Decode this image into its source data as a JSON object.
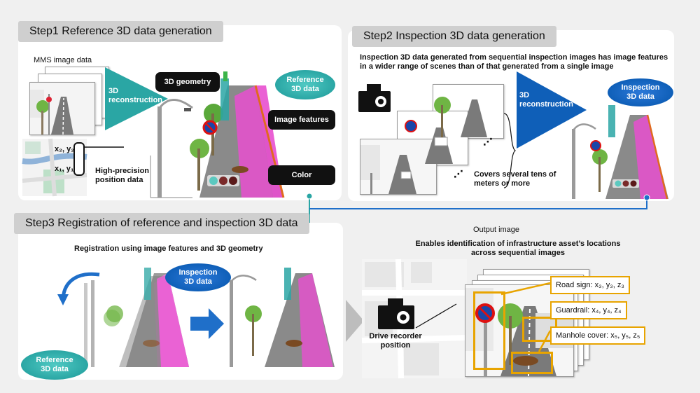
{
  "step1": {
    "title": "Step1 Reference 3D data generation",
    "mms_label": "MMS image data",
    "triangle_label": [
      "3D",
      "reconstruction"
    ],
    "coords": [
      "x₂, y₂",
      "x₁, y₁"
    ],
    "position_label": [
      "High-precision",
      "position data"
    ],
    "geometry_label": "3D geometry",
    "features_label": "Image features",
    "color_label": "Color",
    "ellipse_label": [
      "Reference",
      "3D data"
    ]
  },
  "step2": {
    "title": "Step2 Inspection 3D data generation",
    "description": [
      "Inspection 3D data generated from sequential inspection images has image features",
      "in a wider range of scenes than of  that generated from a single image"
    ],
    "triangle_label": [
      "3D",
      "reconstruction"
    ],
    "ellipse_label": [
      "Inspection",
      "3D data"
    ],
    "covers_label": [
      "Covers several tens of",
      "meters or more"
    ]
  },
  "step3": {
    "title": "Step3 Registration of reference and inspection 3D data",
    "subtitle": "Registration using image features and 3D geometry",
    "inspection_label": [
      "Inspection",
      "3D data"
    ],
    "reference_label": [
      "Reference",
      "3D data"
    ]
  },
  "output": {
    "title": "Output image",
    "description": [
      "Enables identification of infrastructure asset’s locations",
      "across sequential images"
    ],
    "recorder_label": [
      "Drive recorder",
      "position"
    ],
    "labels": {
      "road_sign": "Road sign: x₃, y₃, z₃",
      "guardrail": "Guardrail: x₄, y₄, z₄",
      "manhole": "Manhole cover: x₅, y₅, z₅"
    }
  },
  "colors": {
    "teal": "#2aa6a4",
    "blue": "#0f5fb8",
    "pink": "#e84fcf",
    "orange": "#e8a400",
    "connector": "#1f6fc9"
  },
  "icons": [
    "camera-icon",
    "road-sign-icon",
    "traffic-light-icon",
    "rotate-arrow-icon",
    "right-arrow-icon",
    "map-icon"
  ]
}
